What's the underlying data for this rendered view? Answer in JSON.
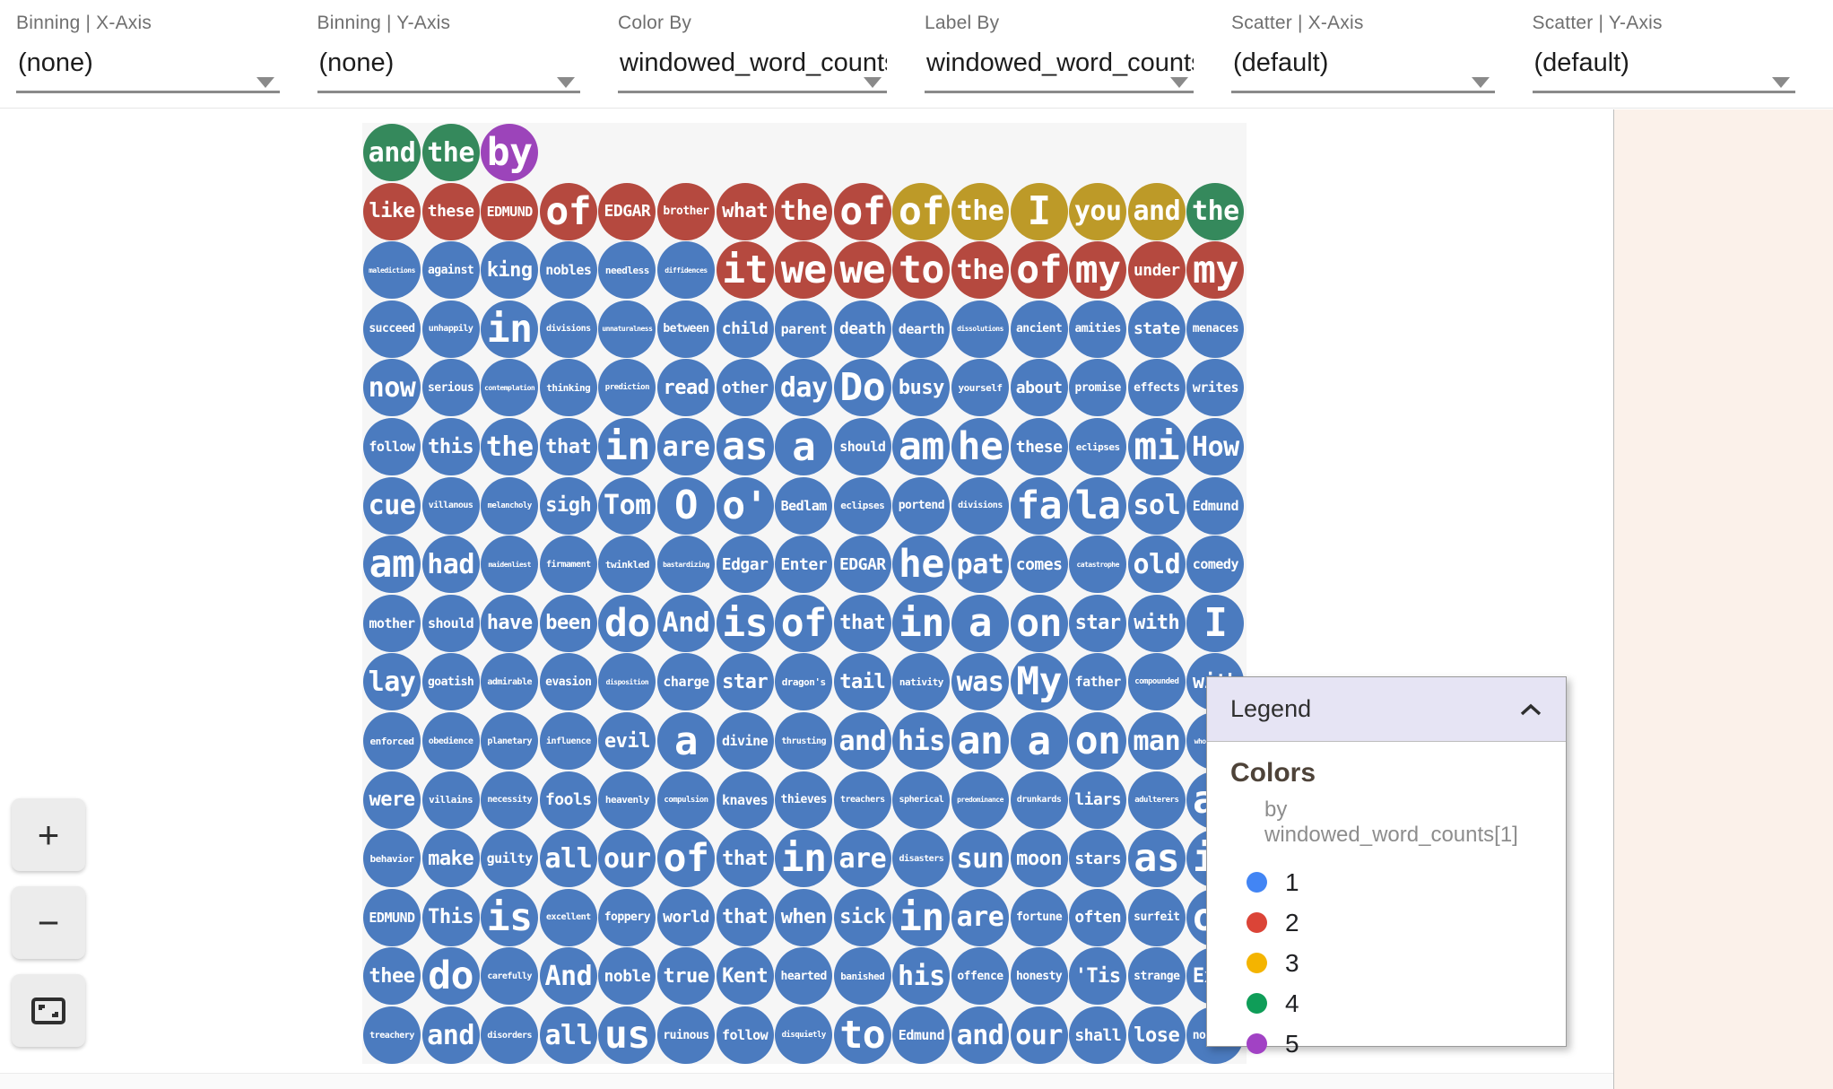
{
  "toolbar": {
    "fields": [
      {
        "label": "Binning | X-Axis",
        "value": "(none)"
      },
      {
        "label": "Binning | Y-Axis",
        "value": "(none)"
      },
      {
        "label": "Color By",
        "value": "windowed_word_counts[1]"
      },
      {
        "label": "Label By",
        "value": "windowed_word_counts[1]"
      },
      {
        "label": "Scatter | X-Axis",
        "value": "(default)"
      },
      {
        "label": "Scatter | Y-Axis",
        "value": "(default)"
      }
    ]
  },
  "zoom_controls": {
    "zoom_in_label": "+",
    "zoom_out_label": "−"
  },
  "legend": {
    "title": "Legend",
    "section_title": "Colors",
    "subtitle": "by windowed_word_counts[1]",
    "items": [
      {
        "value": "1",
        "color": "#4285F4"
      },
      {
        "value": "2",
        "color": "#DB4437"
      },
      {
        "value": "3",
        "color": "#F4B400"
      },
      {
        "value": "4",
        "color": "#0F9D58"
      },
      {
        "value": "5",
        "color": "#A142C4"
      }
    ]
  },
  "chart_data": {
    "type": "scatter",
    "title": "Word bubbles colored by windowed_word_counts[1]",
    "legend_position": "bottom-right overlay",
    "palette": {
      "1": "#4b7bbf",
      "2": "#b5493f",
      "3": "#bd9a28",
      "4": "#35895c",
      "5": "#9c44ba"
    },
    "rows": [
      {
        "words": [
          "and",
          "the",
          "by"
        ],
        "color_ids": [
          "4",
          "4",
          "5"
        ]
      },
      {
        "words": [
          "like",
          "these",
          "EDMUND",
          "of",
          "EDGAR",
          "brother",
          "what",
          "the",
          "of",
          "of",
          "the",
          "I",
          "you",
          "and",
          "the"
        ],
        "color_ids": [
          "2",
          "2",
          "2",
          "2",
          "2",
          "2",
          "2",
          "2",
          "2",
          "3",
          "3",
          "3",
          "3",
          "3",
          "4"
        ]
      },
      {
        "words": [
          "maledictions",
          "against",
          "king",
          "nobles",
          "needless",
          "diffidences",
          "it",
          "we",
          "we",
          "to",
          "the",
          "of",
          "my",
          "under",
          "my"
        ],
        "color_ids": [
          "1",
          "1",
          "1",
          "1",
          "1",
          "1",
          "2",
          "2",
          "2",
          "2",
          "2",
          "2",
          "2",
          "2",
          "2"
        ]
      },
      {
        "words": [
          "succeed",
          "unhappily",
          "in",
          "divisions",
          "unnaturalness",
          "between",
          "child",
          "parent",
          "death",
          "dearth",
          "dissolutions",
          "ancient",
          "amities",
          "state",
          "menaces"
        ],
        "color_ids": [
          "1",
          "1",
          "1",
          "1",
          "1",
          "1",
          "1",
          "1",
          "1",
          "1",
          "1",
          "1",
          "1",
          "1",
          "1"
        ]
      },
      {
        "words": [
          "now",
          "serious",
          "contemplation",
          "thinking",
          "prediction",
          "read",
          "other",
          "day",
          "Do",
          "busy",
          "yourself",
          "about",
          "promise",
          "effects",
          "writes"
        ],
        "color_ids": [
          "1",
          "1",
          "1",
          "1",
          "1",
          "1",
          "1",
          "1",
          "1",
          "1",
          "1",
          "1",
          "1",
          "1",
          "1"
        ]
      },
      {
        "words": [
          "follow",
          "this",
          "the",
          "that",
          "in",
          "are",
          "as",
          "a",
          "should",
          "am",
          "he",
          "these",
          "eclipses",
          "mi",
          "How"
        ],
        "color_ids": [
          "1",
          "1",
          "1",
          "1",
          "1",
          "1",
          "1",
          "1",
          "1",
          "1",
          "1",
          "1",
          "1",
          "1",
          "1"
        ]
      },
      {
        "words": [
          "cue",
          "villanous",
          "melancholy",
          "sigh",
          "Tom",
          "O",
          "o'",
          "Bedlam",
          "eclipses",
          "portend",
          "divisions",
          "fa",
          "la",
          "sol",
          "Edmund"
        ],
        "color_ids": [
          "1",
          "1",
          "1",
          "1",
          "1",
          "1",
          "1",
          "1",
          "1",
          "1",
          "1",
          "1",
          "1",
          "1",
          "1"
        ]
      },
      {
        "words": [
          "am",
          "had",
          "maidenliest",
          "firmament",
          "twinkled",
          "bastardizing",
          "Edgar",
          "Enter",
          "EDGAR",
          "he",
          "pat",
          "comes",
          "catastrophe",
          "old",
          "comedy"
        ],
        "color_ids": [
          "1",
          "1",
          "1",
          "1",
          "1",
          "1",
          "1",
          "1",
          "1",
          "1",
          "1",
          "1",
          "1",
          "1",
          "1"
        ]
      },
      {
        "words": [
          "mother",
          "should",
          "have",
          "been",
          "do",
          "And",
          "is",
          "of",
          "that",
          "in",
          "a",
          "on",
          "star",
          "with",
          "I"
        ],
        "color_ids": [
          "1",
          "1",
          "1",
          "1",
          "1",
          "1",
          "1",
          "1",
          "1",
          "1",
          "1",
          "1",
          "1",
          "1",
          "1"
        ]
      },
      {
        "words": [
          "lay",
          "goatish",
          "admirable",
          "evasion",
          "disposition",
          "charge",
          "star",
          "dragon's",
          "tail",
          "nativity",
          "was",
          "My",
          "father",
          "compounded",
          "with"
        ],
        "color_ids": [
          "1",
          "1",
          "1",
          "1",
          "1",
          "1",
          "1",
          "1",
          "1",
          "1",
          "1",
          "1",
          "1",
          "1",
          "1"
        ]
      },
      {
        "words": [
          "enforced",
          "obedience",
          "planetary",
          "influence",
          "evil",
          "a",
          "divine",
          "thrusting",
          "and",
          "his",
          "an",
          "a",
          "on",
          "man",
          "whoremaster"
        ],
        "color_ids": [
          "1",
          "1",
          "1",
          "1",
          "1",
          "1",
          "1",
          "1",
          "1",
          "1",
          "1",
          "1",
          "1",
          "1",
          "1"
        ]
      },
      {
        "words": [
          "were",
          "villains",
          "necessity",
          "fools",
          "heavenly",
          "compulsion",
          "knaves",
          "thieves",
          "treachers",
          "spherical",
          "predominance",
          "drunkards",
          "liars",
          "adulterers",
          "an"
        ],
        "color_ids": [
          "1",
          "1",
          "1",
          "1",
          "1",
          "1",
          "1",
          "1",
          "1",
          "1",
          "1",
          "1",
          "1",
          "1",
          "1"
        ]
      },
      {
        "words": [
          "behavior",
          "make",
          "guilty",
          "all",
          "our",
          "of",
          "that",
          "in",
          "are",
          "disasters",
          "sun",
          "moon",
          "stars",
          "as",
          "if"
        ],
        "color_ids": [
          "1",
          "1",
          "1",
          "1",
          "1",
          "1",
          "1",
          "1",
          "1",
          "1",
          "1",
          "1",
          "1",
          "1",
          "1"
        ]
      },
      {
        "words": [
          "EDMUND",
          "This",
          "is",
          "excellent",
          "foppery",
          "world",
          "that",
          "when",
          "sick",
          "in",
          "are",
          "fortune",
          "often",
          "surfeit",
          "of"
        ],
        "color_ids": [
          "1",
          "1",
          "1",
          "1",
          "1",
          "1",
          "1",
          "1",
          "1",
          "1",
          "1",
          "1",
          "1",
          "1",
          "1"
        ]
      },
      {
        "words": [
          "thee",
          "do",
          "carefully",
          "And",
          "noble",
          "true",
          "Kent",
          "hearted",
          "banished",
          "his",
          "offence",
          "honesty",
          "'Tis",
          "strange",
          "Exit"
        ],
        "color_ids": [
          "1",
          "1",
          "1",
          "1",
          "1",
          "1",
          "1",
          "1",
          "1",
          "1",
          "1",
          "1",
          "1",
          "1",
          "1"
        ]
      },
      {
        "words": [
          "treachery",
          "and",
          "disorders",
          "all",
          "us",
          "ruinous",
          "follow",
          "disquietly",
          "to",
          "Edmund",
          "and",
          "our",
          "shall",
          "lose",
          "nothing"
        ],
        "color_ids": [
          "1",
          "1",
          "1",
          "1",
          "1",
          "1",
          "1",
          "1",
          "1",
          "1",
          "1",
          "1",
          "1",
          "1",
          "1"
        ]
      }
    ]
  }
}
